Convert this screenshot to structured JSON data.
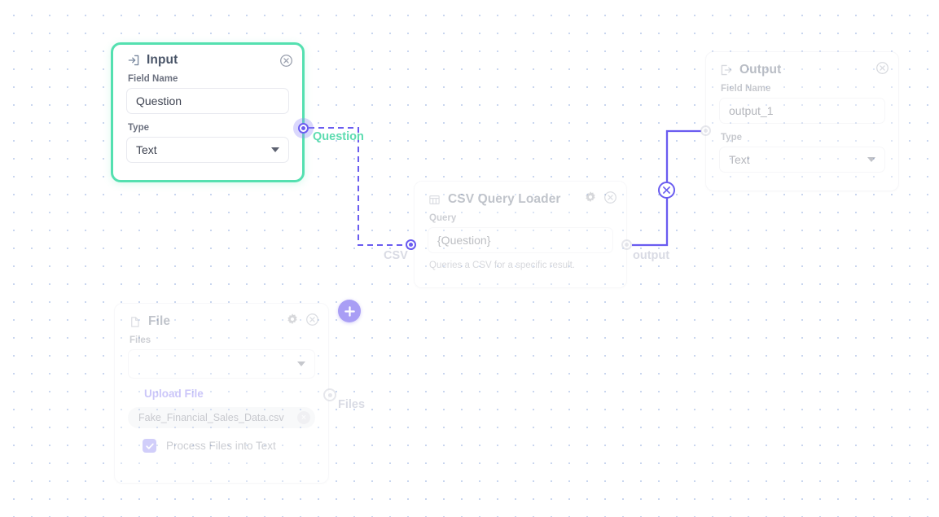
{
  "canvas": {
    "background_color": "#ffffff",
    "dot_color": "#c9d6ef",
    "accent_purple": "#6a5cf0",
    "accent_green": "#54e0b0"
  },
  "nodes": {
    "input": {
      "title": "Input",
      "icon": "input-arrow-icon",
      "fields": [
        {
          "label": "Field Name",
          "value": "Question",
          "type": "text"
        },
        {
          "label": "Type",
          "value": "Text",
          "type": "select"
        }
      ],
      "close_label": "×",
      "output_handle_label": "Question",
      "selected": true
    },
    "output": {
      "title": "Output",
      "icon": "output-arrow-icon",
      "fields": [
        {
          "label": "Field Name",
          "value": "output_1",
          "type": "text"
        },
        {
          "label": "Type",
          "value": "Text",
          "type": "select"
        }
      ],
      "close_label": "×",
      "selected": false
    },
    "csv": {
      "title": "CSV Query Loader",
      "icon": "table-icon",
      "fields": [
        {
          "label": "Query",
          "value": "{Question}",
          "type": "text"
        }
      ],
      "description": "Queries a CSV for a specific result.",
      "gear_label": "settings",
      "close_label": "×",
      "input_handle_label": "CSV",
      "output_handle_label": "output"
    },
    "file": {
      "title": "File",
      "icon": "document-icon",
      "fields": [
        {
          "label": "Files",
          "value": "",
          "type": "select"
        }
      ],
      "upload_link": "Upload File",
      "chip": {
        "name": "Fake_Financial_Sales_Data.csv",
        "remove_label": "×"
      },
      "checkbox": {
        "label": "Process Files into Text",
        "checked": true
      },
      "gear_label": "settings",
      "close_label": "×",
      "output_handle_label": "Files"
    }
  },
  "edges": [
    {
      "id": "input-to-csv",
      "from": "input.Question",
      "to": "csv.CSV",
      "style": "dashed",
      "color": "#6a5cf0"
    },
    {
      "id": "csv-to-output",
      "from": "csv.output",
      "to": "output.input",
      "style": "solid",
      "color": "#6a5cf0",
      "delete_label": "×"
    }
  ],
  "add_button": {
    "label": "+",
    "name": "add-node-button"
  }
}
